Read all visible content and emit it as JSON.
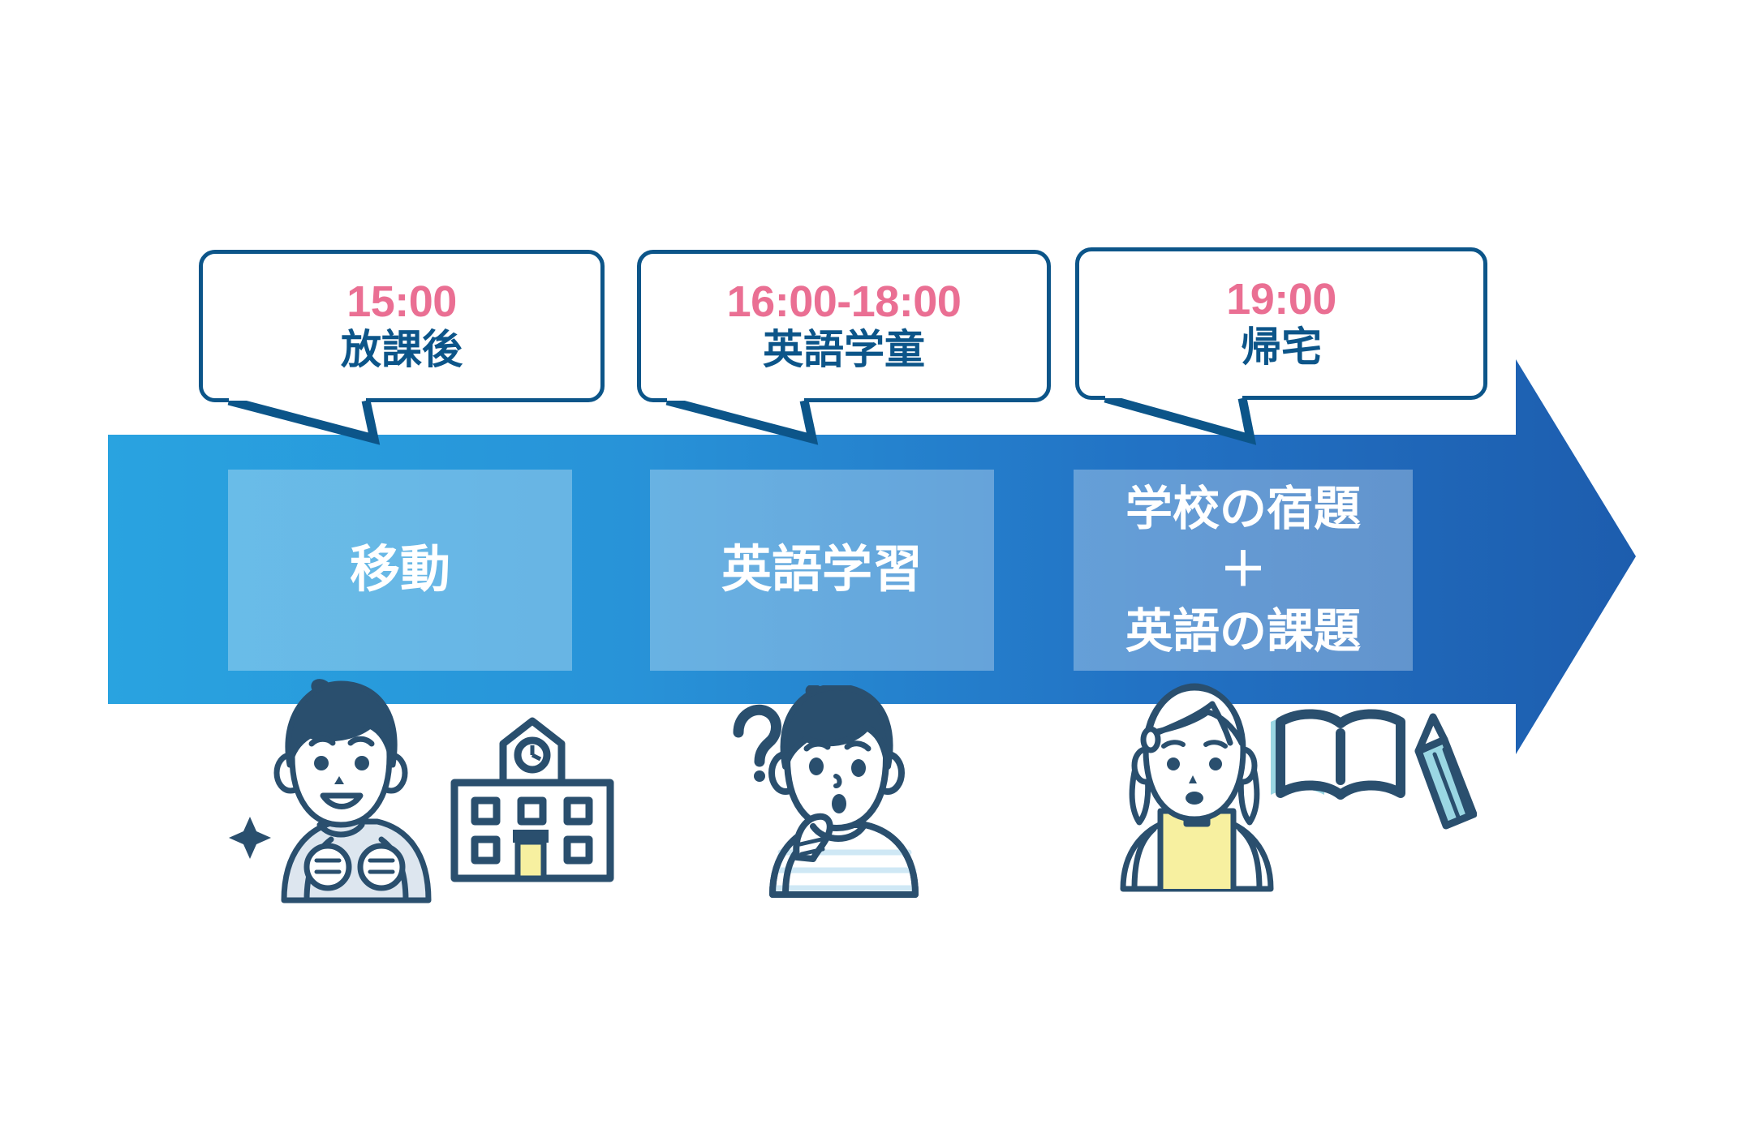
{
  "diagram": {
    "title": "after-school english timeline",
    "colors": {
      "bubble_border": "#0c5589",
      "time_text": "#ea6f93",
      "label_text": "#0c5589",
      "arrow_start": "#29a3e0",
      "arrow_end": "#1d5dae",
      "box_fill": "rgba(255,255,255,0.30)",
      "box_text": "#ffffff",
      "ink": "#2a4f६e",
      "accent_yellow": "#f7f0a0",
      "accent_aqua": "#9ad7e3"
    }
  },
  "steps": [
    {
      "id": "step-1",
      "time": "15:00",
      "label": "放課後",
      "box_lines": [
        "移動"
      ],
      "illustration": "smiling-boy-and-school-icon"
    },
    {
      "id": "step-2",
      "time": "16:00-18:00",
      "label": "英語学童",
      "box_lines": [
        "英語学習"
      ],
      "illustration": "thinking-boy-question-mark-icon"
    },
    {
      "id": "step-3",
      "time": "19:00",
      "label": "帰宅",
      "box_lines": [
        "学校の宿題",
        "＋",
        "英語の課題"
      ],
      "illustration": "worried-mother-book-pencil-icon"
    }
  ],
  "arrow": {
    "direction": "right",
    "name": "timeline-arrow"
  }
}
